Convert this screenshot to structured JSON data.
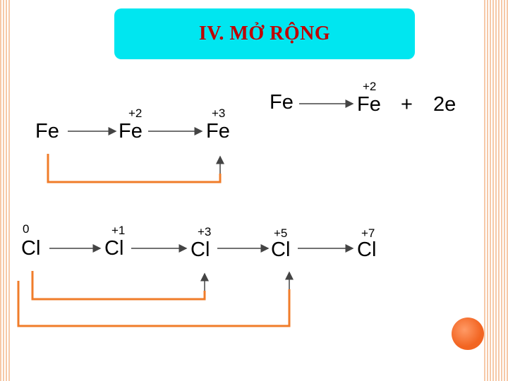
{
  "title": "IV. MỞ RỘNG",
  "iron": {
    "symbol": "Fe",
    "chain": [
      {
        "symbol": "Fe",
        "ox": ""
      },
      {
        "symbol": "Fe",
        "ox": "+2"
      },
      {
        "symbol": "Fe",
        "ox": "+3"
      }
    ],
    "equation": {
      "left": "Fe",
      "right_ox": "+2",
      "right": "Fe",
      "plus": "+",
      "electrons": "2e"
    }
  },
  "chlorine": {
    "chain": [
      {
        "symbol": "Cl",
        "ox": "0"
      },
      {
        "symbol": "Cl",
        "ox": "+1"
      },
      {
        "symbol": "Cl",
        "ox": "+3"
      },
      {
        "symbol": "Cl",
        "ox": "+5"
      },
      {
        "symbol": "Cl",
        "ox": "+7"
      }
    ]
  },
  "colors": {
    "title_bg": "#00e6f0",
    "title_text": "#c00000",
    "bracket": "#f07c2a",
    "arrow": "#444444"
  }
}
